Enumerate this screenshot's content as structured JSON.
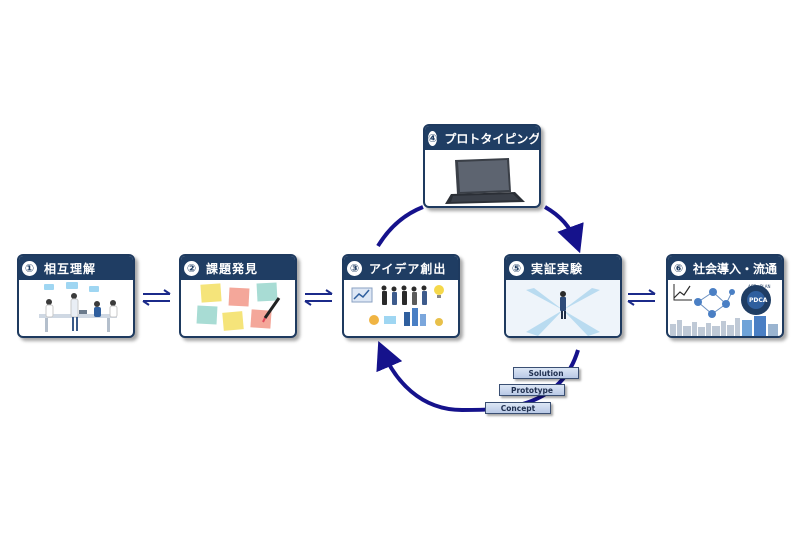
{
  "colors": {
    "navy": "#1f3d63",
    "arrow": "#15128c",
    "bidir": "#1b2a8a"
  },
  "steps": [
    {
      "num": "①",
      "label": "相互理解",
      "icon": "team-meeting-illustration"
    },
    {
      "num": "②",
      "label": "課題発見",
      "icon": "sticky-notes-illustration"
    },
    {
      "num": "③",
      "label": "アイデア創出",
      "icon": "idea-people-illustration"
    },
    {
      "num": "④",
      "label": "プロトタイピング",
      "icon": "laptop-illustration"
    },
    {
      "num": "⑤",
      "label": "実証実験",
      "icon": "crossroads-illustration"
    },
    {
      "num": "⑥",
      "label": "社会導入・流通",
      "icon": "network-city-illustration"
    }
  ],
  "stages": [
    "Solution",
    "Prototype",
    "Concept"
  ],
  "cycle": {
    "act": "ACT",
    "plan": "PLAN",
    "center": "PDCA"
  }
}
